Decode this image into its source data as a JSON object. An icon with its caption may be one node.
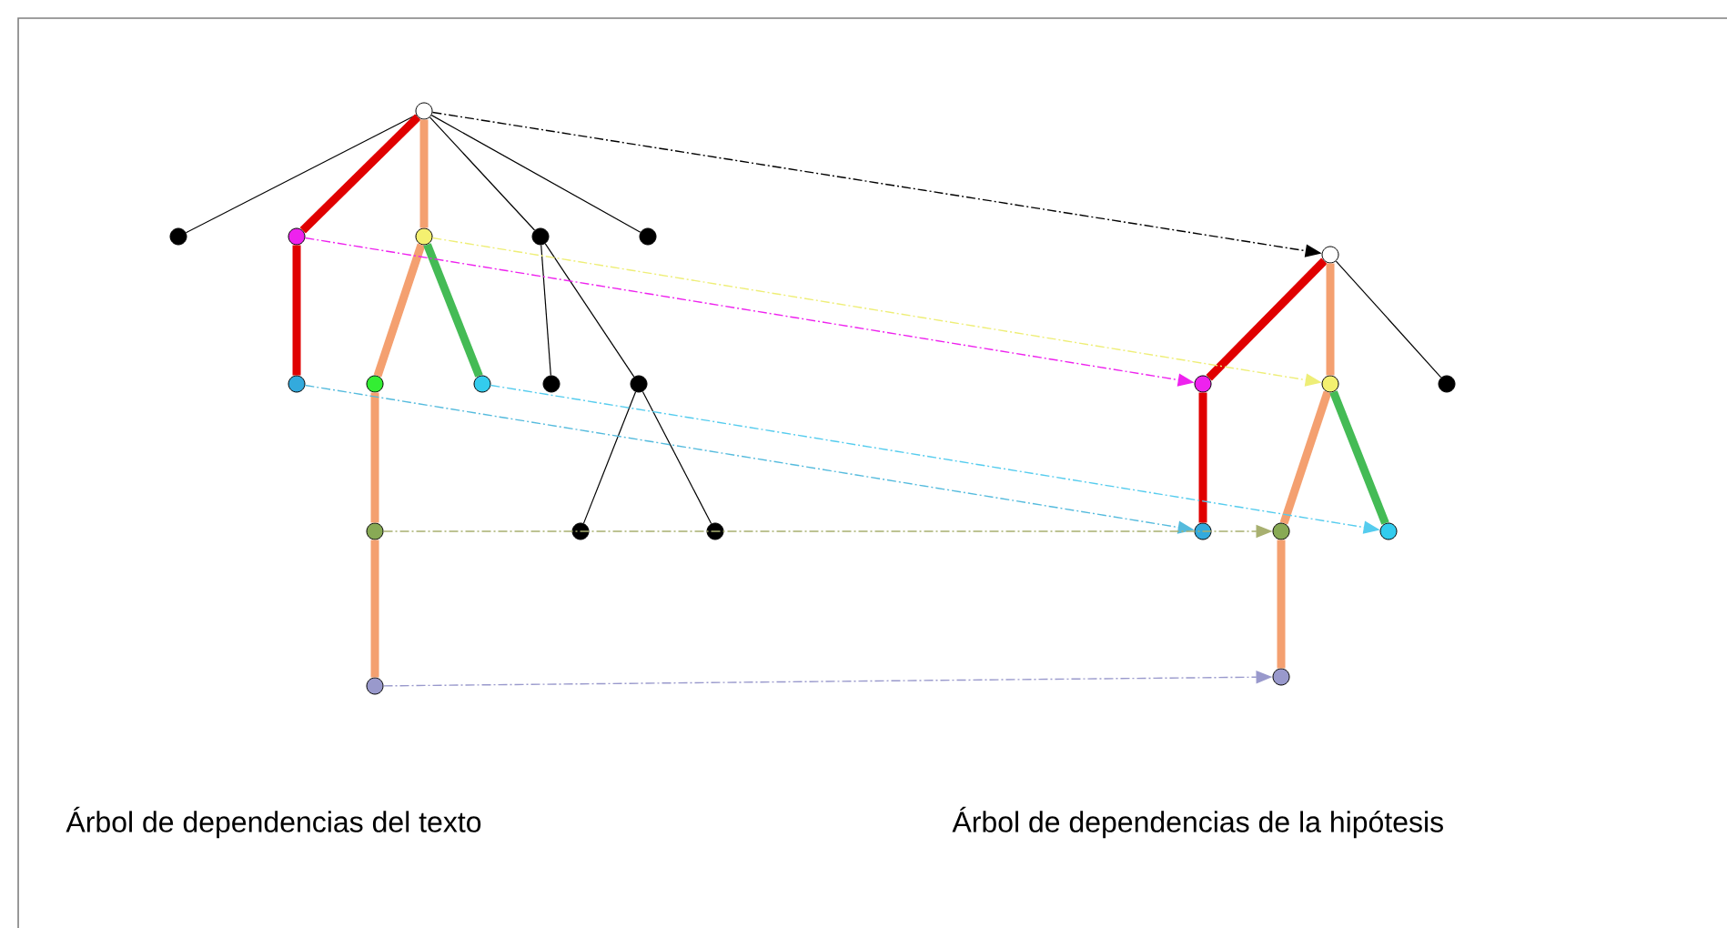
{
  "diagram": {
    "nodes": [
      {
        "text": [],
        "shape": "circle"
      },
      {
        "text": [],
        "shape": "circle"
      },
      {
        "text": [],
        "shape": "circle"
      },
      {
        "text": [],
        "shape": "circle"
      },
      {
        "text": [],
        "shape": "circle"
      },
      {
        "text": [],
        "shape": "circle"
      },
      {
        "text": [],
        "shape": "circle"
      },
      {
        "text": [],
        "shape": "circle"
      },
      {
        "text": [],
        "shape": "circle"
      },
      {
        "text": [],
        "shape": "circle"
      },
      {
        "text": [],
        "shape": "circle"
      },
      {
        "text": [],
        "shape": "circle"
      },
      {
        "text": [],
        "shape": "circle"
      },
      {
        "text": [],
        "shape": "circle"
      },
      {
        "text": [],
        "shape": "circle"
      },
      {
        "text": [],
        "shape": "circle"
      },
      {
        "text": [],
        "shape": "circle"
      },
      {
        "text": [],
        "shape": "circle"
      },
      {
        "text": [],
        "shape": "circle"
      },
      {
        "text": [],
        "shape": "circle"
      },
      {
        "text": [],
        "shape": "circle"
      },
      {
        "text": [],
        "shape": "circle"
      },
      {
        "text": [],
        "shape": "circle"
      }
    ],
    "edges": [
      {
        "from": 0,
        "to": 1,
        "arrow": "none"
      },
      {
        "from": 0,
        "to": 2,
        "arrow": "none",
        "style": "thick",
        "color": "#e00000"
      },
      {
        "from": 0,
        "to": 3,
        "arrow": "none",
        "style": "thick",
        "color": "#f4a070"
      },
      {
        "from": 0,
        "to": 4,
        "arrow": "none"
      },
      {
        "from": 0,
        "to": 5,
        "arrow": "none"
      },
      {
        "from": 2,
        "to": 6,
        "arrow": "none",
        "style": "thick",
        "color": "#e00000"
      },
      {
        "from": 3,
        "to": 7,
        "arrow": "none",
        "style": "thick",
        "color": "#f4a070"
      },
      {
        "from": 3,
        "to": 8,
        "arrow": "none",
        "style": "thick",
        "color": "#44bb55"
      },
      {
        "from": 4,
        "to": 9,
        "arrow": "none"
      },
      {
        "from": 4,
        "to": 10,
        "arrow": "none"
      },
      {
        "from": 7,
        "to": 11,
        "arrow": "none",
        "style": "thick",
        "color": "#f4a070"
      },
      {
        "from": 10,
        "to": 12,
        "arrow": "none"
      },
      {
        "from": 10,
        "to": 13,
        "arrow": "none"
      },
      {
        "from": 11,
        "to": 14,
        "arrow": "none",
        "style": "thick",
        "color": "#f4a070"
      },
      {
        "from": 15,
        "to": 16,
        "arrow": "none",
        "style": "thick",
        "color": "#e00000"
      },
      {
        "from": 15,
        "to": 17,
        "arrow": "none",
        "style": "thick",
        "color": "#f4a070"
      },
      {
        "from": 15,
        "to": 18,
        "arrow": "none"
      },
      {
        "from": 16,
        "to": 19,
        "arrow": "none",
        "style": "thick",
        "color": "#e00000"
      },
      {
        "from": 17,
        "to": 20,
        "arrow": "none",
        "style": "thick",
        "color": "#f4a070"
      },
      {
        "from": 17,
        "to": 21,
        "arrow": "none",
        "style": "thick",
        "color": "#44bb55"
      },
      {
        "from": 20,
        "to": 22,
        "arrow": "none",
        "style": "thick",
        "color": "#f4a070"
      },
      {
        "from": 0,
        "to": 15,
        "arrow": "to",
        "style": "dashed"
      },
      {
        "from": 2,
        "to": 16,
        "arrow": "to",
        "style": "dashed",
        "color": "#ee22ee"
      },
      {
        "from": 3,
        "to": 17,
        "arrow": "to",
        "style": "dashed",
        "color": "#eeee77"
      },
      {
        "from": 6,
        "to": 19,
        "arrow": "to",
        "style": "dashed",
        "color": "#55bbdd"
      },
      {
        "from": 8,
        "to": 21,
        "arrow": "to",
        "style": "dashed",
        "color": "#55ccee"
      },
      {
        "from": 11,
        "to": 20,
        "arrow": "to",
        "style": "dashed",
        "color": "#a8b070"
      },
      {
        "from": 14,
        "to": 22,
        "arrow": "to",
        "style": "dashed",
        "color": "#9999cc"
      }
    ],
    "labels": [
      "Árbol de dependencias del texto",
      "Árbol de dependencias de la hipótesis"
    ]
  }
}
